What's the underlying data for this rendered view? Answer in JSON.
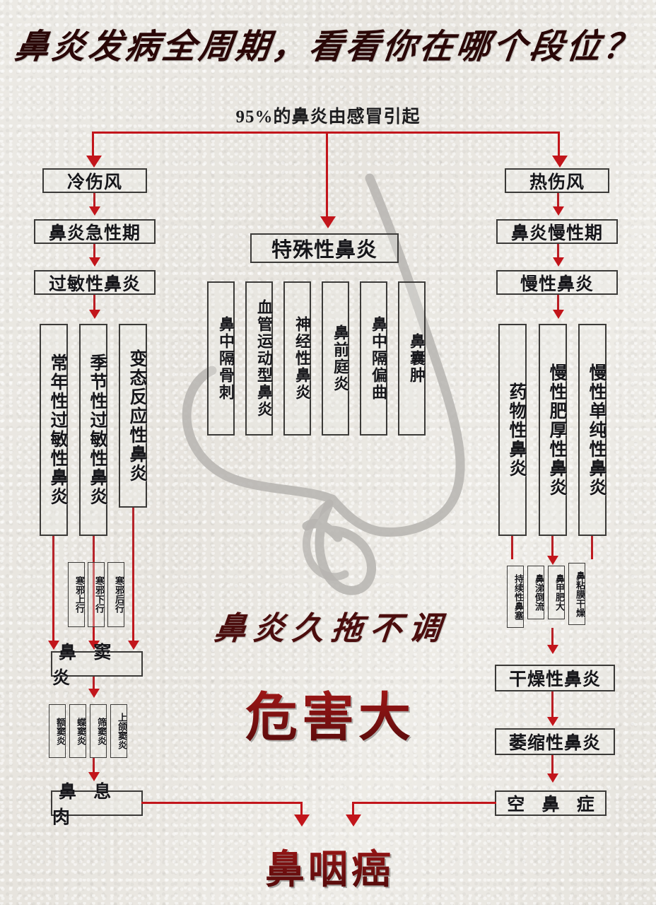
{
  "meta": {
    "accent_red": "#c2151b",
    "box_border": "#3b3a38",
    "paper_bg": "#e9e7e2",
    "dark_red": "#4b0d0d"
  },
  "header": {
    "title": "鼻炎发病全周期，看看你在哪个段位？",
    "subtitle": "95%的鼻炎由感冒引起"
  },
  "branches": {
    "left": {
      "root": "冷伤风",
      "stage": "鼻炎急性期",
      "type": "过敏性鼻炎",
      "subtypes": [
        "常年性过敏性鼻炎",
        "季节性过敏性鼻炎",
        "变态反应性鼻炎"
      ],
      "paths": [
        "寒邪上行",
        "寒邪下行",
        "寒邪后行"
      ],
      "converge": "鼻 窦 炎",
      "sinus": [
        "额窦炎",
        "蝶窦炎",
        "筛窦炎",
        "上颌窦炎"
      ],
      "outcome": "鼻 息 肉"
    },
    "middle": {
      "root": "特殊性鼻炎",
      "types": [
        "鼻中隔骨刺",
        "血管运动型鼻炎",
        "神经性鼻炎",
        "鼻前庭炎",
        "鼻中隔偏曲",
        "鼻囊肿"
      ]
    },
    "right": {
      "root": "热伤风",
      "stage": "鼻炎慢性期",
      "type": "慢性鼻炎",
      "subtypes": [
        "药物性鼻炎",
        "慢性肥厚性鼻炎",
        "慢性单纯性鼻炎"
      ],
      "symptoms": [
        "持续性鼻塞",
        "鼻涕倒流",
        "鼻甲肥大",
        "鼻粘膜干燥"
      ],
      "converge": "干燥性鼻炎",
      "progress": "萎缩性鼻炎",
      "outcome": "空 鼻 症"
    }
  },
  "overlay": {
    "warning_line1": "鼻炎久拖不调",
    "warning_line2": "危害大"
  },
  "footer": {
    "final": "鼻咽癌"
  }
}
